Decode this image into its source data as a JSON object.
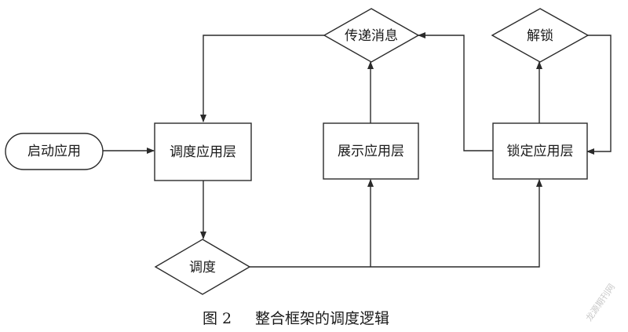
{
  "nodes": {
    "start": "启动应用",
    "schedule_layer": "调度应用层",
    "display_layer": "展示应用层",
    "lock_layer": "锁定应用层",
    "pass_message": "传递消息",
    "unlock": "解锁",
    "schedule": "调度"
  },
  "caption": {
    "figure_no": "图 2",
    "title": "整合框架的调度逻辑"
  },
  "watermark": "龙源期刊网",
  "colors": {
    "stroke": "#2a2a2a",
    "fill": "#ffffff",
    "text": "#1a1a1a"
  }
}
